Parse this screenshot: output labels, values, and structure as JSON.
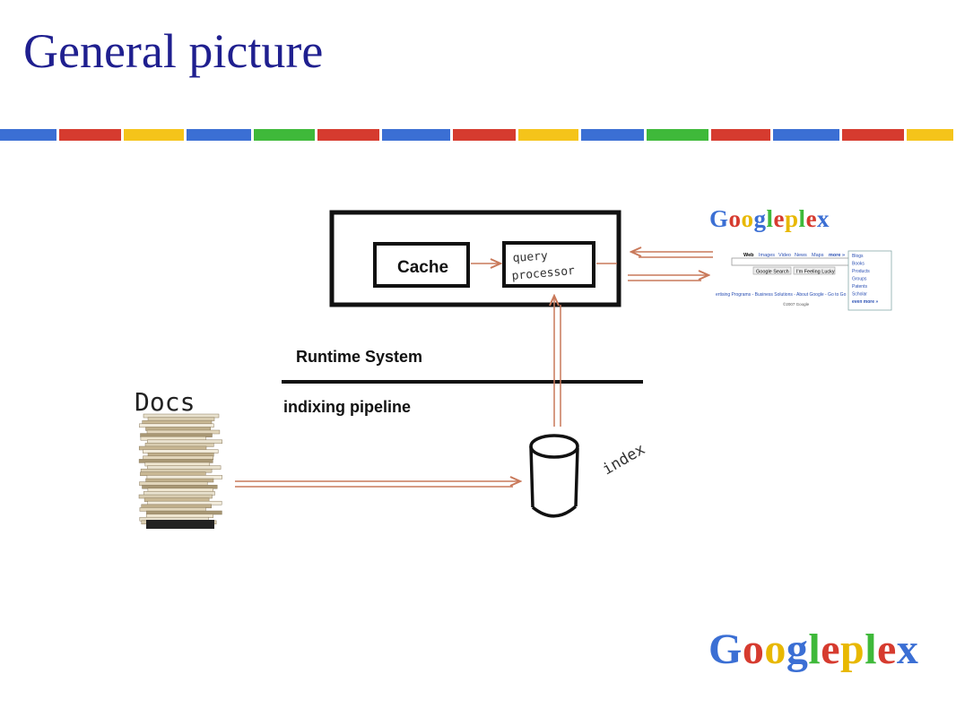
{
  "slide": {
    "title": "General picture"
  },
  "stripe_colors": [
    "#3b6fd4",
    "#d63b2f",
    "#f5c41a",
    "#3b6fd4",
    "#3fb93a",
    "#d63b2f",
    "#3b6fd4",
    "#d63b2f",
    "#f5c41a",
    "#3b6fd4",
    "#3fb93a",
    "#d63b2f",
    "#3b6fd4",
    "#d63b2f",
    "#f5c41a"
  ],
  "diagram": {
    "cache_label": "Cache",
    "query_processor_label_line1": "query",
    "query_processor_label_line2": "processor",
    "runtime_label": "Runtime System",
    "indexing_label": "indixing pipeline",
    "docs_label": "Docs",
    "index_label": "index"
  },
  "search_page": {
    "logo_text": "Googleplex",
    "nav_items": [
      "Web",
      "Images",
      "Video",
      "News",
      "Maps",
      "more »"
    ],
    "buttons": [
      "Google Search",
      "I'm Feeling Lucky"
    ],
    "footer_links": "ertising Programs - Business Solutions - About Google - Go to Go",
    "copyright": "©2007 Google",
    "dropdown_items": [
      "Blogs",
      "Books",
      "Products",
      "Groups",
      "Patents",
      "Scholar",
      "even more »"
    ]
  },
  "brand": {
    "logo_text": "Googleplex"
  },
  "colors": {
    "title": "#1f1f8f",
    "arrow": "#c9795a",
    "google_blue": "#3b6fd4",
    "google_red": "#d63b2f",
    "google_yellow": "#e8b800",
    "google_green": "#3fb93a"
  }
}
